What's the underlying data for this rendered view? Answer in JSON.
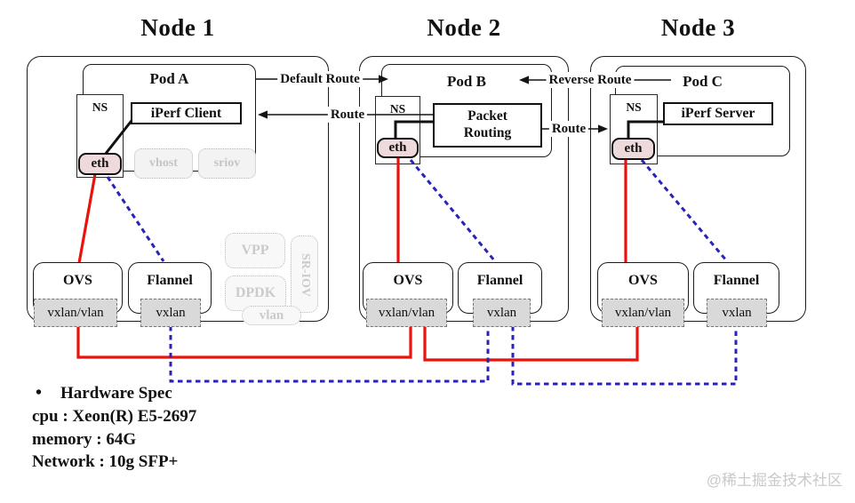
{
  "diagram": {
    "nodes": [
      {
        "title": "Node 1",
        "pod": {
          "title": "Pod A",
          "ns": "NS",
          "eth": "eth",
          "app": "iPerf Client",
          "extra1": "vhost",
          "extra2": "sriov"
        },
        "ovs": "OVS",
        "ovs_tunnel": "vxlan/vlan",
        "flannel": "Flannel",
        "flannel_tunnel": "vxlan",
        "disabled": {
          "vpp": "VPP",
          "dpdk": "DPDK",
          "sriov": "SR-IOV",
          "vlan": "vlan"
        }
      },
      {
        "title": "Node 2",
        "pod": {
          "title": "Pod B",
          "ns": "NS",
          "eth": "eth",
          "app": "Packet Routing"
        },
        "ovs": "OVS",
        "ovs_tunnel": "vxlan/vlan",
        "flannel": "Flannel",
        "flannel_tunnel": "vxlan"
      },
      {
        "title": "Node 3",
        "pod": {
          "title": "Pod C",
          "ns": "NS",
          "eth": "eth",
          "app": "iPerf Server"
        },
        "ovs": "OVS",
        "ovs_tunnel": "vxlan/vlan",
        "flannel": "Flannel",
        "flannel_tunnel": "vxlan"
      }
    ],
    "routes": {
      "default_route": "Default Route",
      "route_to_pod_a": "Route",
      "route_to_pod_c": "Route",
      "reverse_route": "Reverse Route"
    },
    "hardware_spec": {
      "bullet": "•",
      "title": "Hardware Spec",
      "cpu": "cpu : Xeon(R) E5-2697",
      "memory": "memory : 64G",
      "network": "Network : 10g SFP+"
    },
    "watermark": "@稀土掘金技术社区",
    "colors": {
      "ovs_path": "#e8130b",
      "flannel_path": "#2a22bb",
      "eth_fill": "#eedada",
      "tunnel_fill": "#d9d9d9"
    }
  }
}
